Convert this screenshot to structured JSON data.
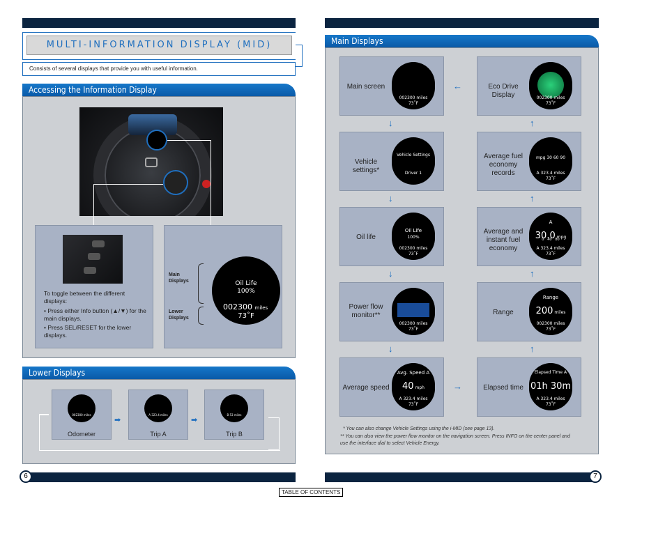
{
  "left": {
    "title": "MULTI-INFORMATION DISPLAY (MID)",
    "intro": "Consists of several displays that provide you with useful information.",
    "accessing": {
      "heading": "Accessing the Information Display",
      "toggle_text": "To toggle between the different displays:",
      "bullets": [
        "• Press either Info button (▲/▼) for the main displays.",
        "• Press SEL/RESET for the lower displays."
      ],
      "main_displays_label": "Main Displays",
      "lower_displays_label": "Lower Displays",
      "sample_line1": "Oil Life",
      "sample_line2": "100%",
      "sample_odo": "002300",
      "sample_odo_unit": "miles",
      "sample_temp": "73˚F"
    },
    "lower": {
      "heading": "Lower Displays",
      "items": [
        {
          "label": "Odometer",
          "readout": "002300 miles"
        },
        {
          "label": "Trip A",
          "readout": "A 323.4 miles"
        },
        {
          "label": "Trip B",
          "readout": "B 53 miles"
        }
      ]
    },
    "page_number": "6"
  },
  "right": {
    "heading": "Main Displays",
    "cards_left": [
      {
        "label": "Main screen",
        "screen_main": "",
        "odo": "002300 miles",
        "temp": "73˚F"
      },
      {
        "label": "Vehicle settings*",
        "screen_main": "Vehicle Settings",
        "screen_sub": "Driver 1"
      },
      {
        "label": "Oil life",
        "screen_main": "Oil Life",
        "screen_sub": "100%",
        "odo": "002300 miles",
        "temp": "73˚F"
      },
      {
        "label": "Power flow monitor**",
        "odo": "002300 miles",
        "temp": "73˚F"
      },
      {
        "label": "Average speed",
        "screen_main": "Avg. Speed A",
        "big": "40",
        "unit": "mph",
        "odo": "A 323.4 miles",
        "temp": "73˚F"
      }
    ],
    "cards_right": [
      {
        "label": "Eco Drive Display",
        "odo": "002300 miles",
        "temp": "73˚F"
      },
      {
        "label": "Average fuel economy records",
        "screen_main": "mpg  30  60  90",
        "odo": "A 323.4 miles",
        "temp": "73˚F"
      },
      {
        "label": "Average and instant fuel economy",
        "screen_main": "A",
        "big": "30.0",
        "unit": "mpg",
        "scale": "0   40   80",
        "odo": "A 323.4 miles",
        "temp": "73˚F"
      },
      {
        "label": "Range",
        "screen_main": "Range",
        "big": "200",
        "unit": "miles",
        "odo": "002300 miles",
        "temp": "73˚F"
      },
      {
        "label": "Elapsed time",
        "screen_main": "Elapsed Time A",
        "big": "01h 30m",
        "odo": "A 323.4 miles",
        "temp": "73˚F"
      }
    ],
    "footnotes": [
      "* You can also change Vehicle Settings using the i-MID (see page 13).",
      "** You can also view the power flow monitor on the navigation screen. Press INFO on the center panel and use the interface dial to select Vehicle Energy."
    ],
    "page_number": "7"
  },
  "toc_label": "TABLE OF CONTENTS"
}
